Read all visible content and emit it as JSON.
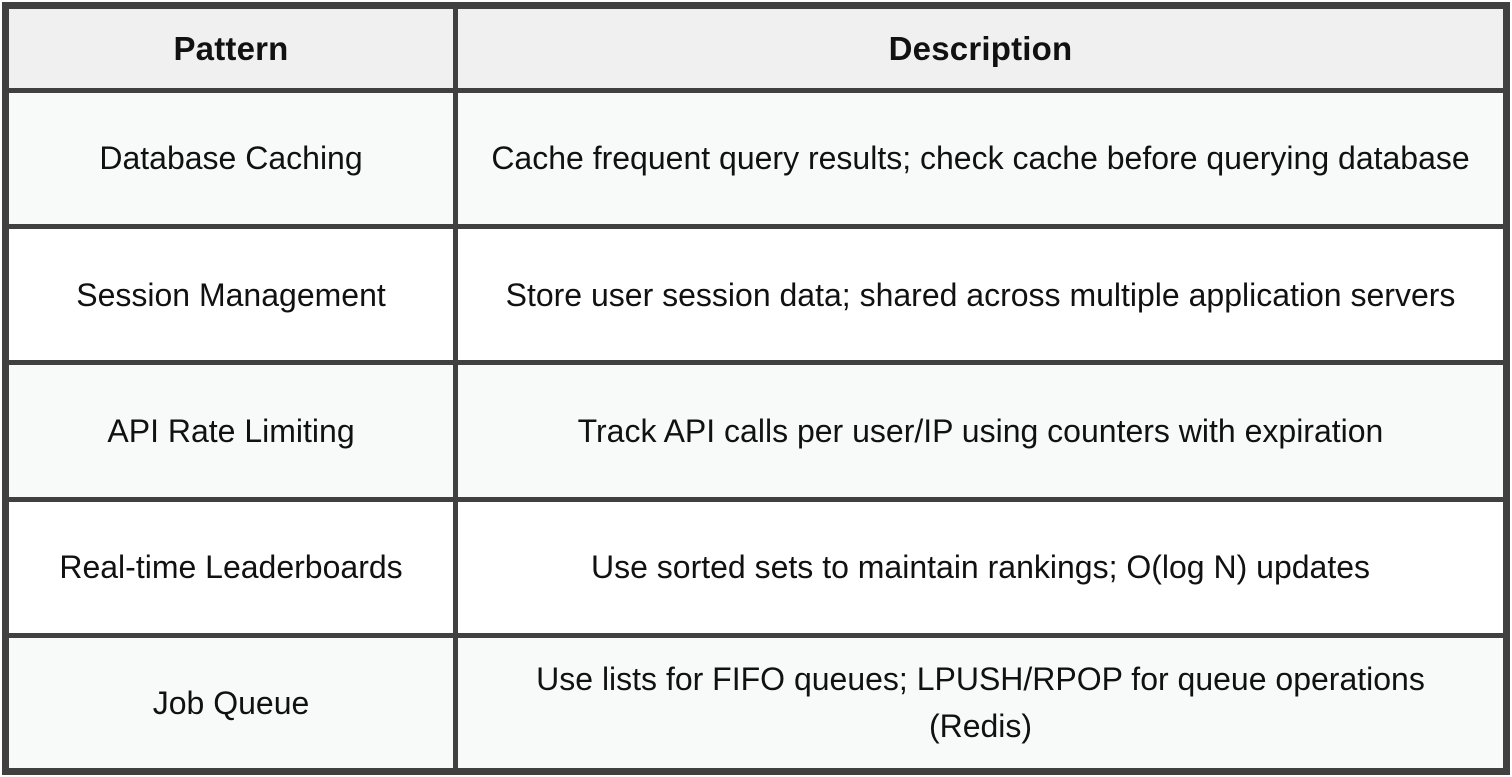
{
  "table": {
    "headers": {
      "pattern": "Pattern",
      "description": "Description"
    },
    "rows": [
      {
        "pattern": "Database Caching",
        "description": "Cache frequent query results; check cache before querying database"
      },
      {
        "pattern": "Session Management",
        "description": "Store user session data; shared across multiple application servers"
      },
      {
        "pattern": "API Rate Limiting",
        "description": "Track API calls per user/IP using counters with expiration"
      },
      {
        "pattern": "Real-time Leaderboards",
        "description": "Use sorted sets to maintain rankings; O(log N) updates"
      },
      {
        "pattern": "Job Queue",
        "description": "Use lists for FIFO queues; LPUSH/RPOP for queue operations (Redis)"
      }
    ],
    "colors": {
      "border": "#404040",
      "header_background": "#f0f0f0",
      "row_shaded_background": "#f8f9f9",
      "row_plain_background": "#ffffff",
      "text": "#111111",
      "page_background": "#ffffff"
    }
  }
}
